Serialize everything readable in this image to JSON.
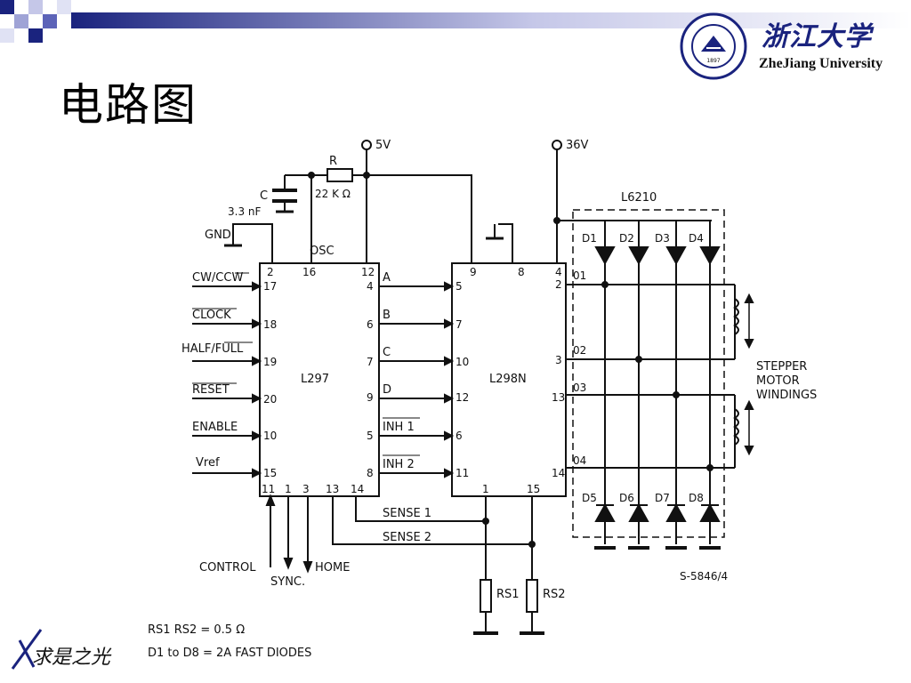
{
  "slide": {
    "title": "电路图",
    "logo": {
      "cn": "浙江大学",
      "en": "ZheJiang University",
      "seal_text": "ZHEJIANG UNIVERSITY",
      "seal_year": "1897"
    },
    "bottom_logo_text": "求是之光"
  },
  "circuit": {
    "supply_5v": "5V",
    "supply_36v": "36V",
    "resistor_label": "R",
    "resistor_value": "22 K Ω",
    "cap_label": "C",
    "cap_value": "3.3 nF",
    "gnd": "GND",
    "osc": "OSC",
    "l297": {
      "name": "L297",
      "pins": [
        "2",
        "16",
        "12",
        "17",
        "4",
        "18",
        "6",
        "19",
        "7",
        "20",
        "9",
        "10",
        "5",
        "15",
        "8",
        "11",
        "1",
        "3",
        "13",
        "14"
      ]
    },
    "l298n": {
      "name": "L298N",
      "pins": [
        "9",
        "8",
        "4",
        "5",
        "2",
        "7",
        "10",
        "3",
        "12",
        "13",
        "6",
        "11",
        "14",
        "1",
        "15"
      ]
    },
    "inputs": [
      "CW/CCW",
      "CLOCK",
      "HALF/FULL",
      "RESET",
      "ENABLE",
      "Vref"
    ],
    "signals": [
      "A",
      "B",
      "C",
      "D",
      "INH 1",
      "INH 2"
    ],
    "sense1": "SENSE 1",
    "sense2": "SENSE 2",
    "control": "CONTROL",
    "sync": "SYNC.",
    "home": "HOME",
    "l6210": "L6210",
    "diodes": [
      "D1",
      "D2",
      "D3",
      "D4",
      "D5",
      "D6",
      "D7",
      "D8"
    ],
    "outputs": [
      "01",
      "02",
      "03",
      "04"
    ],
    "rs1": "RS1",
    "rs2": "RS2",
    "motor": [
      "STEPPER",
      "MOTOR",
      "WINDINGS"
    ],
    "ref_code": "S-5846/4",
    "note1": "RS1 RS2 = 0.5 Ω",
    "note2": "D1 to D8 = 2A FAST DIODES"
  }
}
